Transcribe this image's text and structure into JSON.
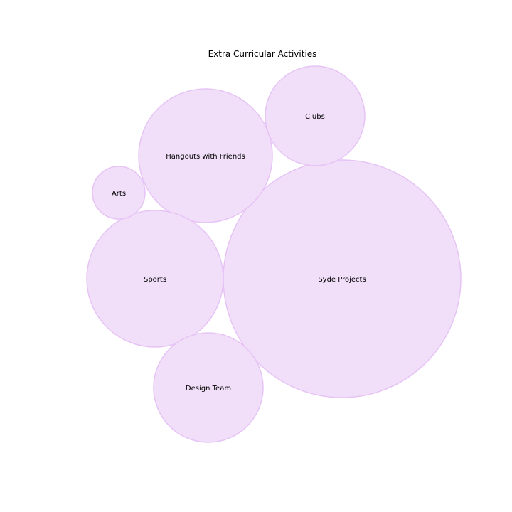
{
  "chart_data": {
    "type": "bubble",
    "title": "Extra Curricular Activities",
    "bubble_fill": "#f1dff9",
    "bubble_stroke": "#e6c3f5",
    "bubbles": [
      {
        "label": "Syde Projects",
        "value": 100
      },
      {
        "label": "Hangouts with Friends",
        "value": 32
      },
      {
        "label": "Sports",
        "value": 34
      },
      {
        "label": "Design Team",
        "value": 22
      },
      {
        "label": "Clubs",
        "value": 18
      },
      {
        "label": "Arts",
        "value": 5
      }
    ]
  }
}
